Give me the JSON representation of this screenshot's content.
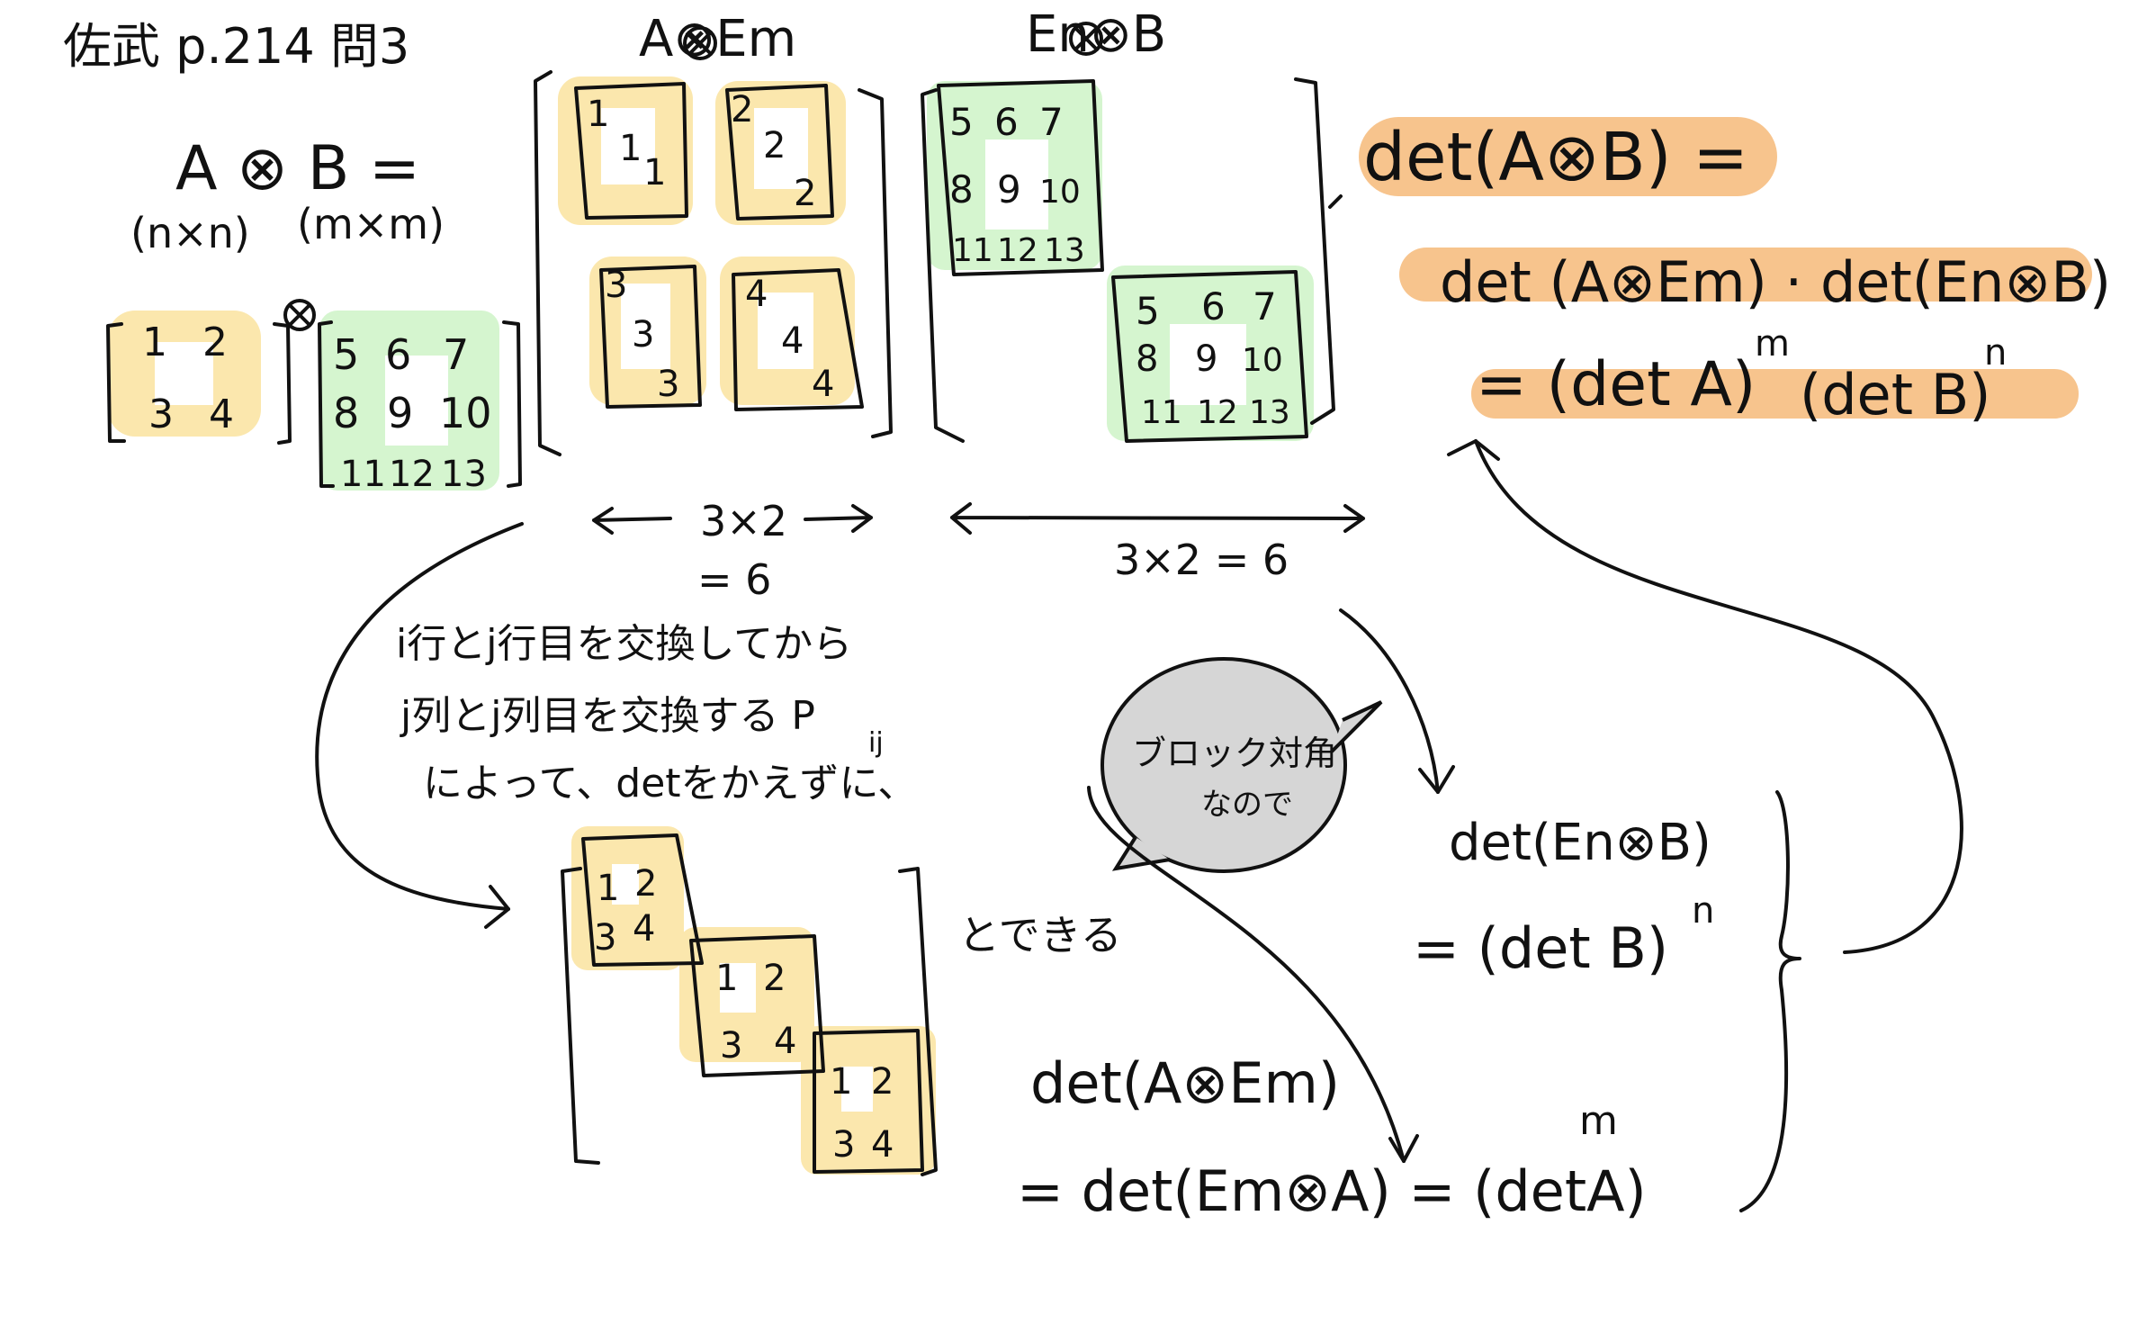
{
  "colors": {
    "ink": "#111111",
    "yellow_highlight": "#fbe7ad",
    "green_highlight": "#d5f5cf",
    "orange_highlight": "#f7c48d",
    "gray_bubble": "#d6d6d6"
  },
  "title": "佐武 p.214 問3",
  "header": {
    "a_kron_em": "A⊗Em",
    "en_kron_b": "En⊗B"
  },
  "kron_def": {
    "lhs": "A ⊗ B =",
    "dim_a": "(n×n)",
    "dim_b": "(m×m)",
    "kron_symbol": "⊗"
  },
  "matrix_a": {
    "rows": [
      [
        "1",
        "2"
      ],
      [
        "3",
        "4"
      ]
    ]
  },
  "matrix_b": {
    "rows": [
      [
        "5",
        "6",
        "7"
      ],
      [
        "8",
        "9",
        "10"
      ],
      [
        "11",
        "12",
        "13"
      ]
    ]
  },
  "a_em_blocks": [
    {
      "cells": [
        "1",
        "1",
        "1"
      ]
    },
    {
      "cells": [
        "2",
        "2",
        "2"
      ]
    },
    {
      "cells": [
        "3",
        "3",
        "3"
      ]
    },
    {
      "cells": [
        "4",
        "4",
        "4"
      ]
    }
  ],
  "width_labels": {
    "left": "3×2",
    "left_eq": "= 6",
    "right": "3×2 = 6"
  },
  "note": {
    "line1": "i行とj行目を交換してから",
    "line2": "j列とj列目を交換する P",
    "sub": "ij",
    "line3": "によって、detをかえずに、"
  },
  "bubble_text": {
    "line1": "ブロック対角",
    "line2": "なので"
  },
  "block_diag_suffix": "とできる",
  "formulas": {
    "det_kron": "det(A⊗B) =",
    "det_split": "det (A⊗Em) · det(En⊗B)",
    "det_result_base_a": "= (det A)",
    "det_result_exp_m": "m",
    "det_result_base_b": "(det B)",
    "det_result_exp_n": "n",
    "det_en_b": "det(En⊗B)",
    "det_en_b_result": "= (det B)",
    "det_en_b_exp": "n",
    "det_a_em": "det(A⊗Em)",
    "det_a_em_result": "= det(Em⊗A) = (detA)",
    "det_a_em_exp": "m"
  }
}
